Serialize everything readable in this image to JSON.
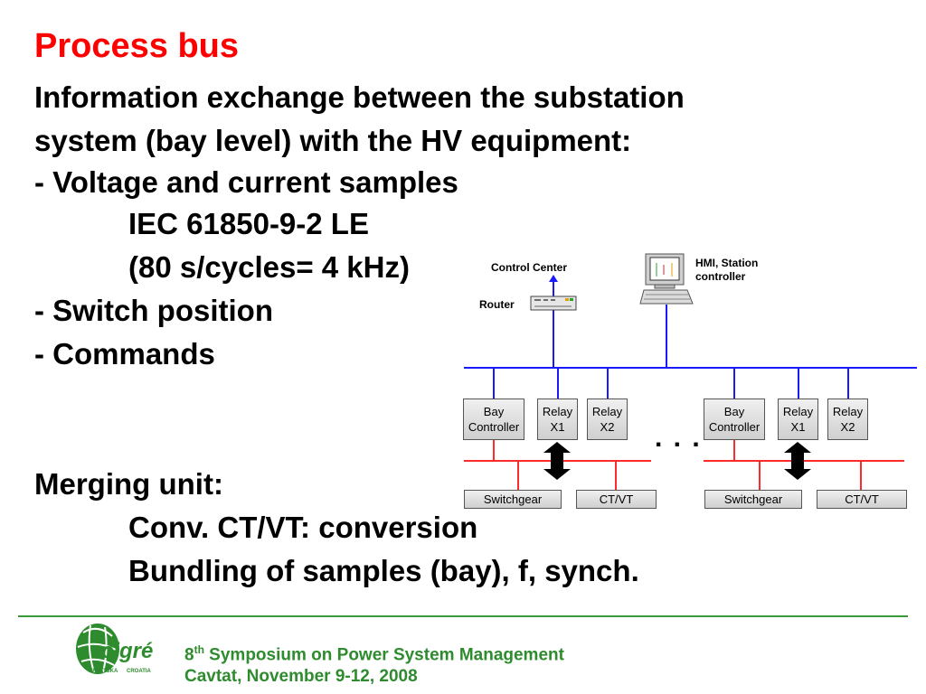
{
  "slide": {
    "title": "Process bus",
    "lines": [
      "Information exchange between the substation",
      "system (bay level) with the HV equipment:",
      "- Voltage and current samples",
      "IEC 61850-9-2 LE",
      "(80 s/cycles= 4 kHz)",
      "- Switch position",
      "- Commands"
    ],
    "merging_title": "Merging unit:",
    "merging_lines": [
      "Conv. CT/VT: conversion",
      "Bundling of samples (bay), f, synch."
    ]
  },
  "diagram": {
    "control_center": "Control Center",
    "router": "Router",
    "hmi_line1": "HMI, Station",
    "hmi_line2": "controller",
    "ellipsis": ". . .",
    "bays": [
      {
        "bay_controller": [
          "Bay",
          "Controller"
        ],
        "relay1": [
          "Relay",
          "X1"
        ],
        "relay2": [
          "Relay",
          "X2"
        ],
        "switchgear": "Switchgear",
        "ctvt": "CT/VT"
      },
      {
        "bay_controller": [
          "Bay",
          "Controller"
        ],
        "relay1": [
          "Relay",
          "X1"
        ],
        "relay2": [
          "Relay",
          "X2"
        ],
        "switchgear": "Switchgear",
        "ctvt": "CT/VT"
      }
    ],
    "colors": {
      "station_bus": "#1a1aff",
      "process_bus": "#ff2a2a",
      "title": "#ff0000",
      "footer": "#2e8b2e"
    }
  },
  "footer": {
    "ordinal": "8",
    "ordinal_suffix": "th",
    "line1_rest": " Symposium on Power System Management",
    "line2": "Cavtat, November 9-12, 2008",
    "logo_text": "cigré",
    "logo_left": "HRVATSKA",
    "logo_right": "CROATIA"
  }
}
